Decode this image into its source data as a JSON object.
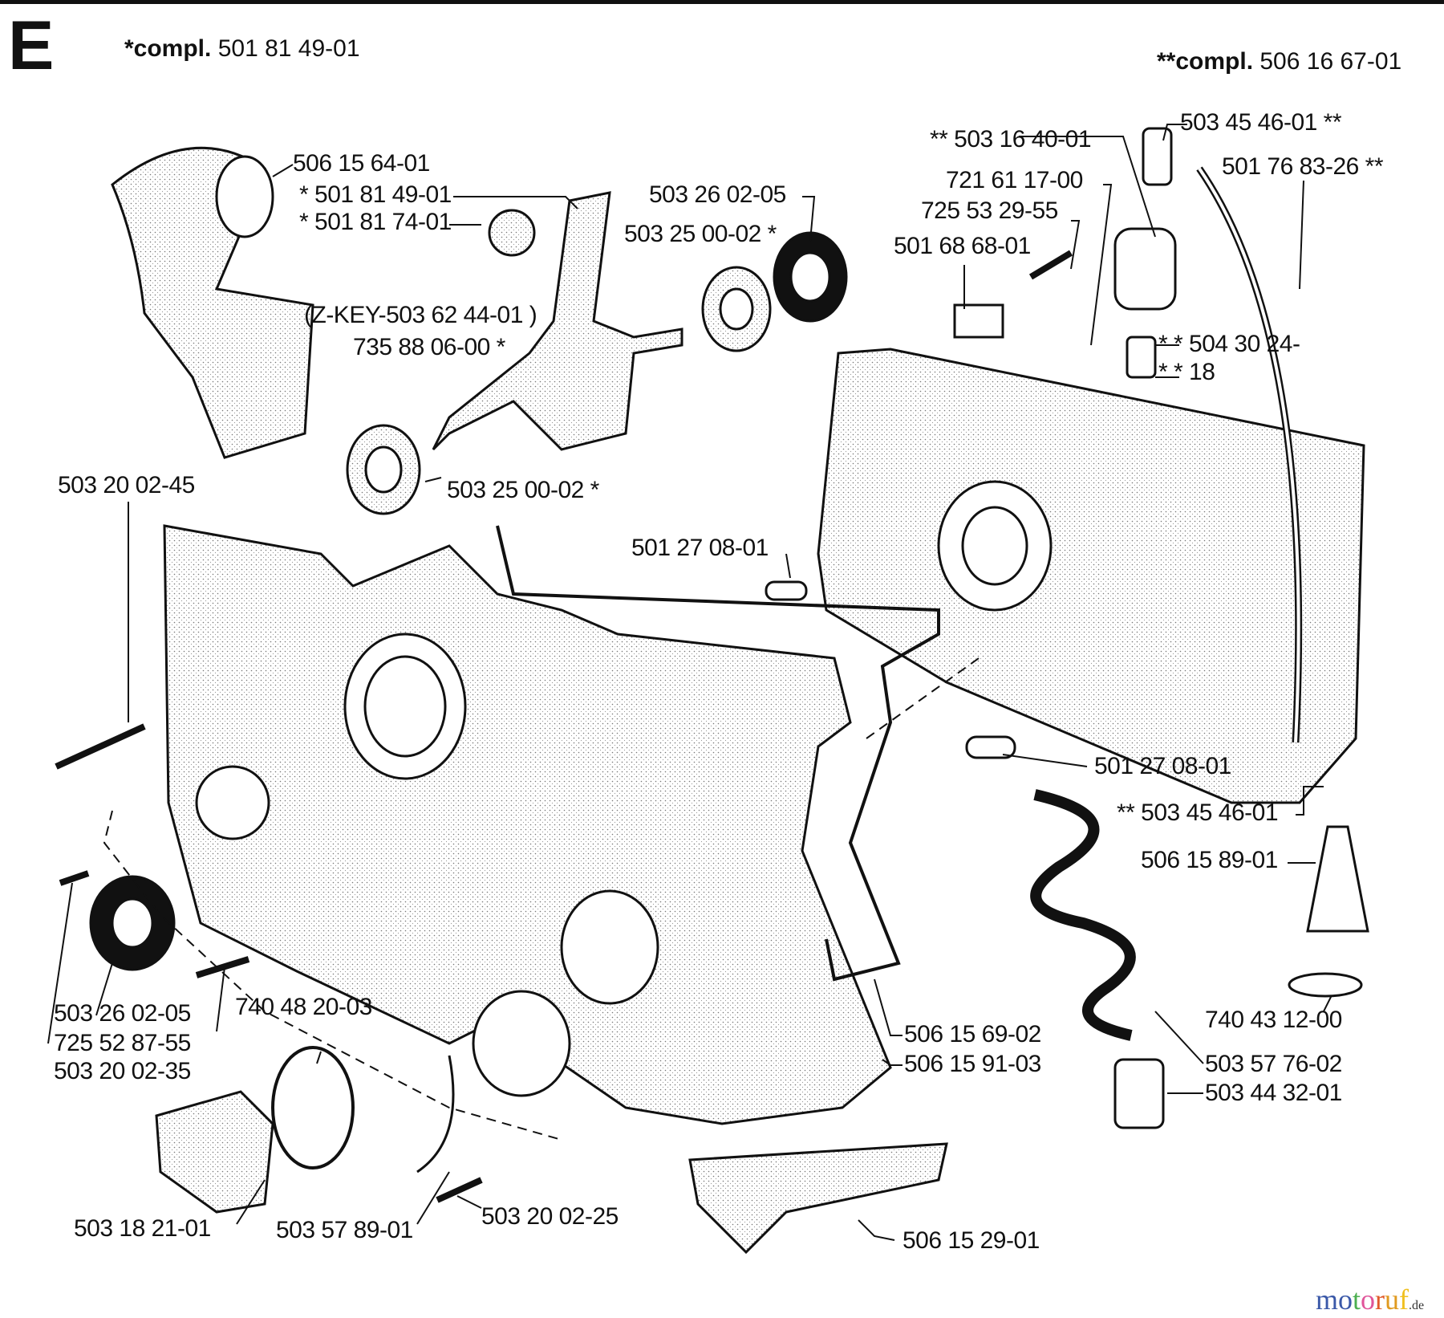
{
  "section": "E",
  "compl_left": {
    "prefix": "*compl.",
    "number": "501 81 49-01"
  },
  "compl_right": {
    "prefix": "**compl.",
    "number": "506 16 67-01"
  },
  "labels": [
    "506 15 64-01",
    "* 501 81 49-01",
    "* 501 81 74-01",
    "503 26 02-05",
    "503 25 00-02 *",
    "(Z-KEY-503 62 44-01 )",
    "735 88 06-00 *",
    "503 25 00-02 *",
    "503 20 02-45",
    "501 27 08-01",
    "** 503 16 40-01",
    "503 45 46-01 **",
    "501 76 83-26 **",
    "721 61 17-00",
    "725 53 29-55",
    "501 68 68-01",
    "* * 504 30 24-",
    "* * 18",
    "501 27 08-01",
    "** 503 45 46-01",
    "506 15 89-01",
    "740 43 12-00",
    "503 57 76-02",
    "503 44 32-01",
    "506 15 69-02",
    "506 15 91-03",
    "503 26 02-05",
    "725 52 87-55",
    "503 20 02-35",
    "740 48 20-03",
    "503 18 21-01",
    "503 57 89-01",
    "503 20 02-25",
    "506 15 29-01"
  ],
  "watermark": {
    "letters": [
      "m",
      "o",
      "t",
      "o",
      "r",
      "u",
      "f"
    ],
    "colors": [
      "#3a58a8",
      "#3a58a8",
      "#4caf50",
      "#e0559a",
      "#e05a2a",
      "#e09a20",
      "#f0c020"
    ],
    "suffix": ".de"
  }
}
